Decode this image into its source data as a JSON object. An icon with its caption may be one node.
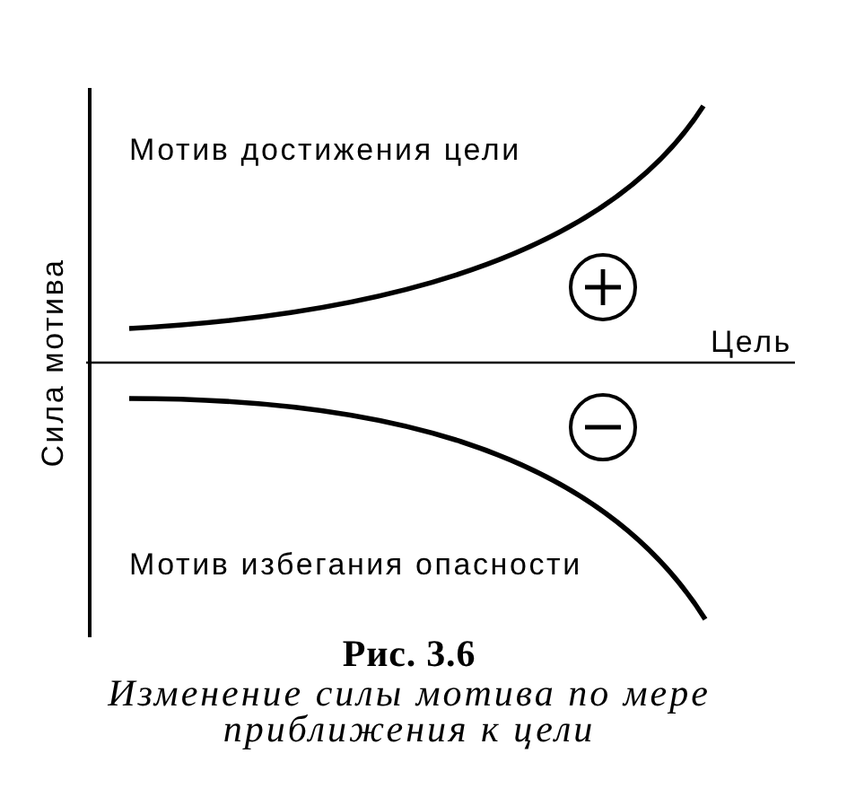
{
  "diagram": {
    "title": "Рис. 3.6",
    "caption": "Изменение силы мотива по мере приближения к цели",
    "labels": [
      "Мотив достижения цели",
      "Цель",
      "Сила мотива",
      "Мотив избегания опасности"
    ]
  }
}
